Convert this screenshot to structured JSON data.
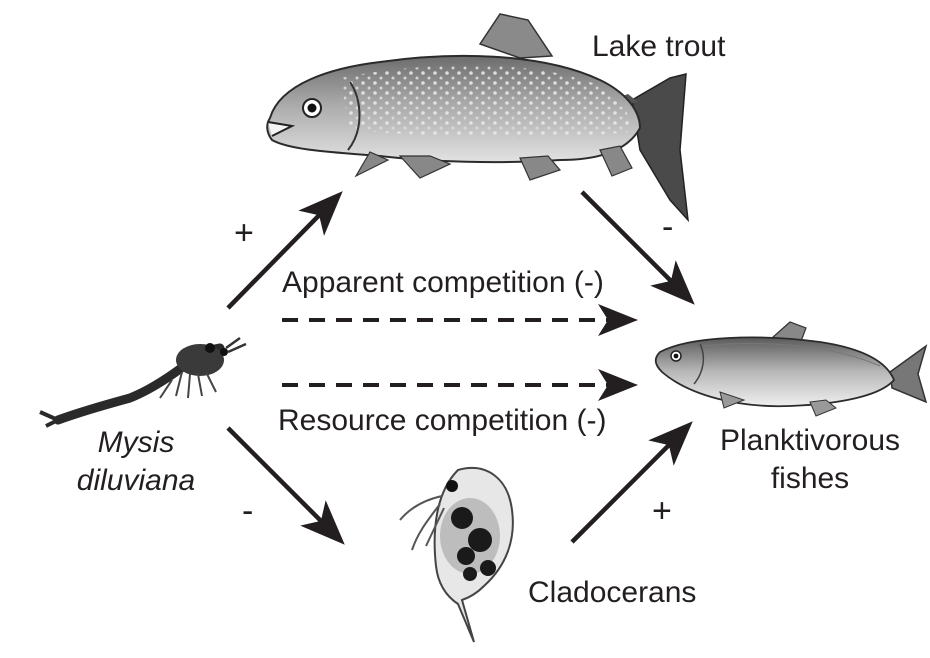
{
  "nodes": {
    "mysis": {
      "line1": "Mysis",
      "line2": "diluviana",
      "icon": "mysis-shrimp-icon"
    },
    "lake_trout": {
      "label": "Lake trout",
      "icon": "lake-trout-icon"
    },
    "planktivorous": {
      "line1": "Planktivorous",
      "line2": "fishes",
      "icon": "planktivorous-fish-icon"
    },
    "cladocerans": {
      "label": "Cladocerans",
      "icon": "cladoceran-icon"
    }
  },
  "interactions": {
    "apparent": "Apparent competition (-)",
    "resource": "Resource competition (-)"
  },
  "signs": {
    "mysis_to_trout": "+",
    "trout_to_fish": "-",
    "mysis_to_cladocerans": "-",
    "cladocerans_to_fish": "+"
  },
  "colors": {
    "ink": "#231f20",
    "background": "#ffffff"
  }
}
